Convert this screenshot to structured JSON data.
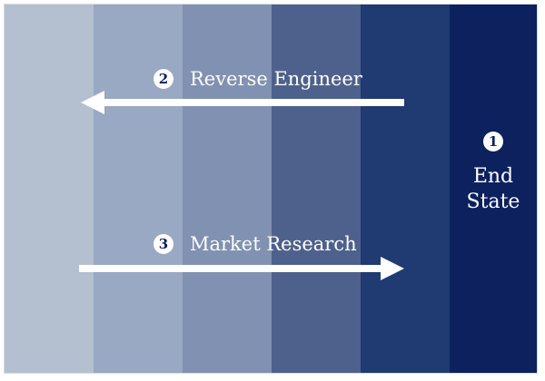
{
  "band_colors": [
    "#b4bfd0",
    "#99a8c3",
    "#8191b1",
    "#4e618c",
    "#203a72",
    "#0c215e"
  ],
  "arrow_color": "#ffffff",
  "steps": [
    {
      "number": "1",
      "text": "End\nState"
    },
    {
      "number": "2",
      "text": "Reverse Engineer"
    },
    {
      "number": "3",
      "text": "Market Research"
    }
  ]
}
